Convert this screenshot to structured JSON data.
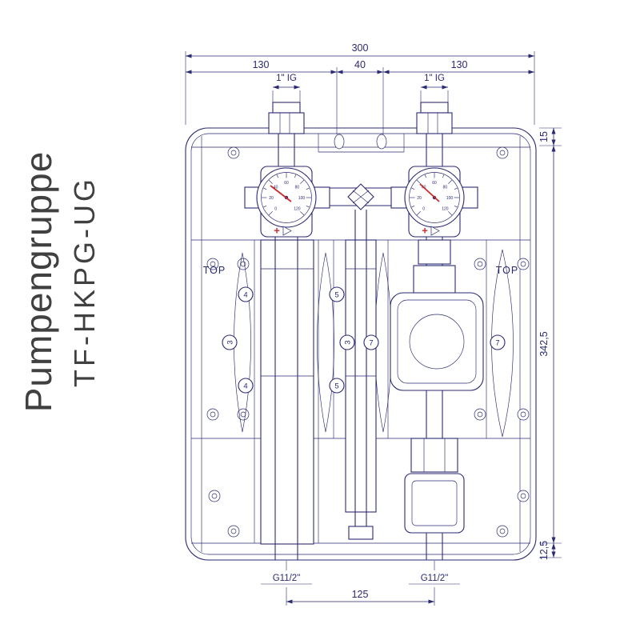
{
  "drawing": {
    "title": "Pumpengruppe",
    "model": "TF-HKPG-UG"
  },
  "dims": {
    "total_width": "300",
    "seg_left": "130",
    "seg_mid": "40",
    "seg_right": "130",
    "conn_top_left": "1\" IG",
    "conn_top_right": "1\" IG",
    "top_offset": "15",
    "body_height": "342,5",
    "bottom_offset": "12,5",
    "bottom_span": "125",
    "conn_bottom_left": "G11/2\"",
    "conn_bottom_right": "G11/2\""
  },
  "markings": {
    "top_left": "TOP",
    "top_right": "TOP",
    "flow_plus_left": "+",
    "flow_plus_right": "+"
  },
  "gauge_ticks": [
    "0",
    "20",
    "40",
    "60",
    "80",
    "100",
    "120"
  ],
  "callouts": {
    "left": [
      "4",
      "3",
      "4"
    ],
    "mid": [
      "5",
      "3",
      "7",
      "5"
    ],
    "right": [
      "7"
    ]
  }
}
